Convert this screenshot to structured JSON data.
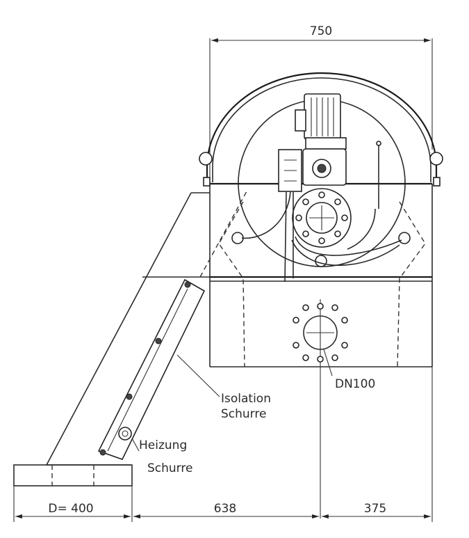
{
  "dimensions": {
    "top_width": "750",
    "bottom_left": "D= 400",
    "bottom_middle": "638",
    "bottom_right": "375"
  },
  "labels": {
    "nozzle": "DN100",
    "isolation_line1": "Isolation",
    "isolation_line2": "Schurre",
    "heating_line1": "Heizung",
    "heating_line2": "Schurre"
  }
}
